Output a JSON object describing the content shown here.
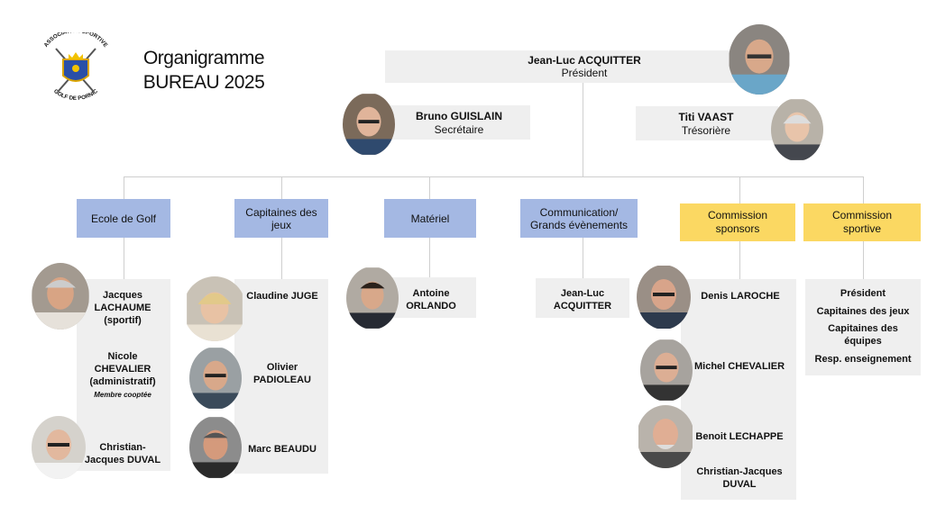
{
  "logo": {
    "top_text": "ASSOCIATION SPORTIVE",
    "bottom_text": "GOLF DE PORNIC"
  },
  "title": {
    "line1": "Organigramme",
    "line2": "BUREAU 2025"
  },
  "president": {
    "name": "Jean-Luc ACQUITTER",
    "role": "Président"
  },
  "secretary": {
    "name": "Bruno GUISLAIN",
    "role": "Secrétaire"
  },
  "treasurer": {
    "name": "Titi VAAST",
    "role": "Trésorière"
  },
  "depts": [
    {
      "label": "Ecole de Golf"
    },
    {
      "label": "Capitaines des jeux"
    },
    {
      "label": "Matériel"
    },
    {
      "label": "Communication/ Grands évènements"
    },
    {
      "label": "Commission sponsors"
    },
    {
      "label": "Commission sportive"
    }
  ],
  "ecole": {
    "m1": "Jacques LACHAUME (sportif)",
    "m2": "Nicole CHEVALIER (administratif)",
    "m2_note": "Membre cooptée",
    "m3": "Christian-Jacques DUVAL"
  },
  "capitaines": {
    "m1": "Claudine JUGE",
    "m2": "Olivier PADIOLEAU",
    "m3": "Marc BEAUDU"
  },
  "materiel": {
    "m1": "Antoine ORLANDO"
  },
  "communication": {
    "m1": "Jean-Luc ACQUITTER"
  },
  "sponsors": {
    "m1": "Denis LAROCHE",
    "m2": "Michel CHEVALIER",
    "m3": "Benoit LECHAPPE",
    "m4": "Christian-Jacques DUVAL"
  },
  "sportive": {
    "items": [
      "Président",
      "Capitaines des jeux",
      "Capitaines des équipes",
      "Resp. enseignement"
    ]
  },
  "colors": {
    "blue": "#a4b8e3",
    "yellow": "#fbd862",
    "gray": "#efefef",
    "line": "#cfcfcf"
  }
}
